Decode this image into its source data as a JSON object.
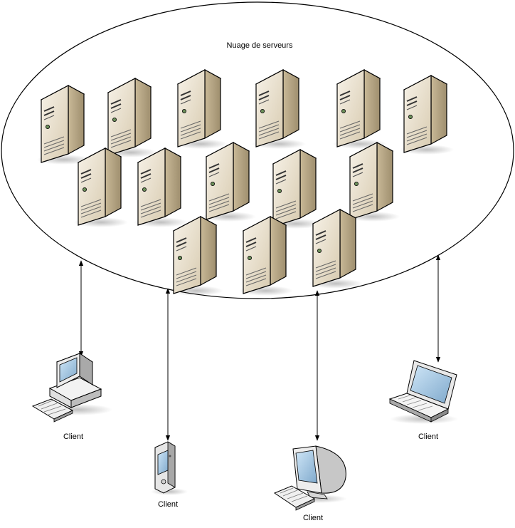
{
  "diagram": {
    "cloud_label": "Nuage de serveurs",
    "clients": [
      {
        "label": "Client",
        "device": "desktop-computer-icon"
      },
      {
        "label": "Client",
        "device": "pda-icon"
      },
      {
        "label": "Client",
        "device": "imac-computer-icon"
      },
      {
        "label": "Client",
        "device": "laptop-icon"
      }
    ],
    "server_icon": "server-tower-icon",
    "server_count": 14,
    "connections": "bidirectional",
    "colors": {
      "server_front": "#ece3d0",
      "server_side": "#b9aa8c",
      "server_top": "#f6f1e6",
      "outline": "#000000"
    }
  }
}
